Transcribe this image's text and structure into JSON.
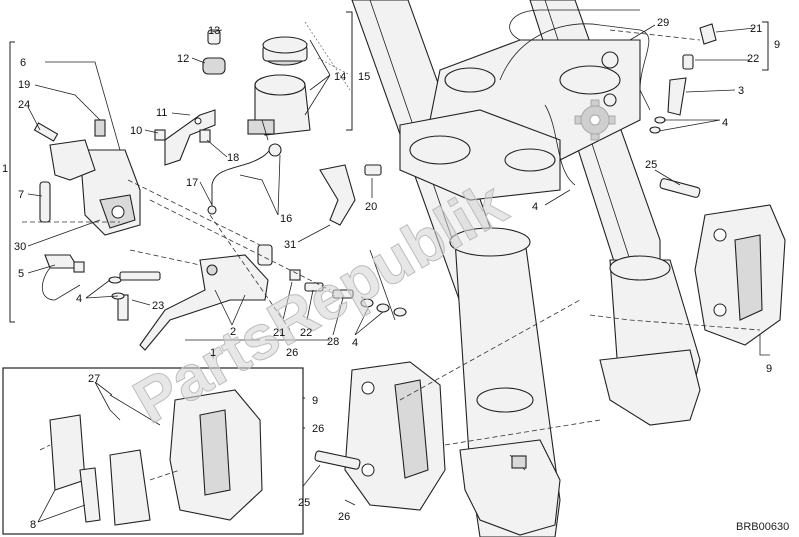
{
  "diagram": {
    "watermark": "PartsRepublik",
    "code": "BRB00630",
    "labels": {
      "l1a": "1",
      "l1b": "1",
      "l2": "2",
      "l3": "3",
      "l4a": "4",
      "l4b": "4",
      "l4c": "4",
      "l4d": "4",
      "l5": "5",
      "l6": "6",
      "l7": "7",
      "l8": "8",
      "l9a": "9",
      "l9b": "9",
      "l9c": "9",
      "l10": "10",
      "l11": "11",
      "l12": "12",
      "l13": "13",
      "l14": "14",
      "l15": "15",
      "l16": "16",
      "l17": "17",
      "l18": "18",
      "l19": "19",
      "l20": "20",
      "l21a": "21",
      "l21b": "21",
      "l22a": "22",
      "l22b": "22",
      "l23": "23",
      "l24": "24",
      "l25a": "25",
      "l25b": "25",
      "l26a": "26",
      "l26b": "26",
      "l26c": "26",
      "l27": "27",
      "l28": "28",
      "l29": "29",
      "l30": "30",
      "l31": "31"
    }
  }
}
